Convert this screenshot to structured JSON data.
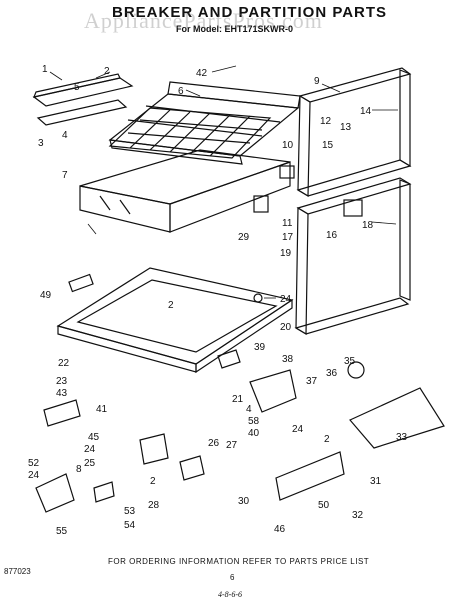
{
  "header": {
    "title": "BREAKER AND PARTITION PARTS",
    "subtitle": "For Model: EHT171SKWR-0",
    "watermark": "AppliancePartsPros.com"
  },
  "footer": {
    "note": "FOR ORDERING INFORMATION REFER TO PARTS PRICE LIST",
    "code": "877023",
    "page": "6",
    "signature": "4-8-6-6"
  },
  "callouts": [
    "1",
    "2",
    "3",
    "4",
    "42",
    "6",
    "7",
    "9",
    "12",
    "13",
    "14",
    "10",
    "15",
    "11",
    "17",
    "19",
    "16",
    "18",
    "29",
    "49",
    "2",
    "24",
    "20",
    "22",
    "39",
    "38",
    "35",
    "36",
    "37",
    "23",
    "43",
    "41",
    "21",
    "4",
    "58",
    "40",
    "45",
    "24",
    "25",
    "26",
    "27",
    "2",
    "33",
    "24",
    "31",
    "30",
    "50",
    "52",
    "24",
    "8",
    "53",
    "54",
    "55",
    "28",
    "2",
    "46",
    "32",
    "5"
  ]
}
